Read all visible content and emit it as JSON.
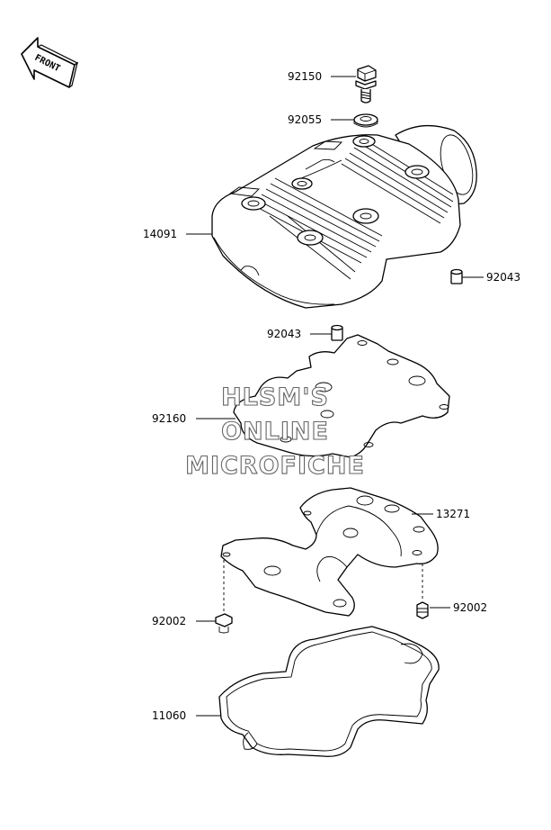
{
  "orientation": {
    "label": "FRONT",
    "icon": "front-arrow-icon"
  },
  "parts": [
    {
      "number": "92150",
      "part": "bolt"
    },
    {
      "number": "92055",
      "part": "washer"
    },
    {
      "number": "14091",
      "part": "cylinder-head-cover"
    },
    {
      "number": "92043",
      "part": "dowel-pin-right"
    },
    {
      "number": "92043",
      "part": "dowel-pin-center"
    },
    {
      "number": "92160",
      "part": "damper-plate"
    },
    {
      "number": "13271",
      "part": "cover-plate"
    },
    {
      "number": "92002",
      "part": "stud-bolt-right"
    },
    {
      "number": "92002",
      "part": "stud-bolt-left"
    },
    {
      "number": "11060",
      "part": "gasket"
    }
  ],
  "watermark": {
    "line1": "HLSM'S",
    "line2": "ONLINE",
    "line3": "MICROFICHE"
  }
}
